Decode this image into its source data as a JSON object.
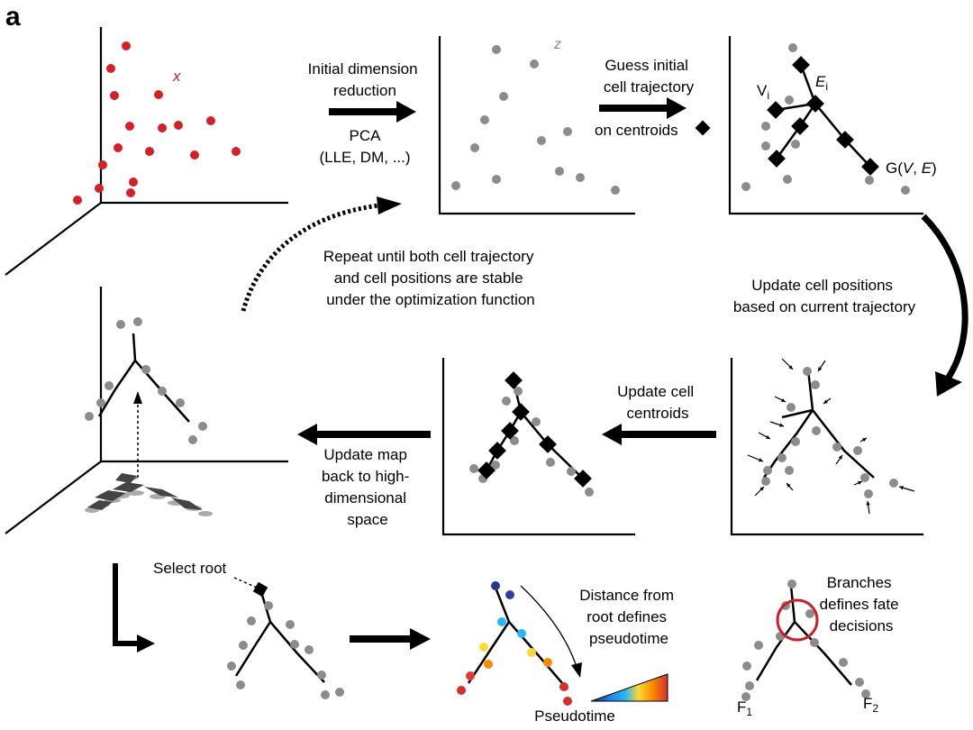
{
  "panel_label": "a",
  "colors": {
    "cell_high_dim": "#d42027",
    "cell_gray": "#8c8c8c",
    "centroid": "#000000",
    "root_circle": "#c8202a",
    "pseudotime_gradient": [
      "#1a237e",
      "#1e88e5",
      "#29b6f6",
      "#fdd835",
      "#fb8c00",
      "#d32f2f"
    ]
  },
  "axis_labels": {
    "x": "x",
    "z": "z"
  },
  "steps": {
    "initial_reduction": [
      "Initial dimension",
      "reduction"
    ],
    "pca": "PCA",
    "pca_alternatives": "(LLE, DM, ...)",
    "guess_trajectory": [
      "Guess initial",
      "cell trajectory"
    ],
    "on_centroids": "on centroids",
    "update_positions": [
      "Update cell positions",
      "based on current trajectory"
    ],
    "update_centroids": [
      "Update cell",
      "centroids"
    ],
    "update_map": [
      "Update map",
      "back to high-",
      "dimensional",
      "space"
    ],
    "repeat": [
      "Repeat until both cell trajectory",
      "and cell positions are stable",
      "under the optimization function"
    ],
    "select_root": "Select root",
    "distance_root": [
      "Distance from",
      "root defines",
      "pseudotime"
    ],
    "pseudotime": "Pseudotime",
    "branches": [
      "Branches",
      "defines fate",
      "decisions"
    ]
  },
  "graph_labels": {
    "vertex": "V",
    "vertex_sub": "i",
    "edge": "E",
    "edge_sub": "i",
    "graph_prefix": "G(",
    "graph_v": "V",
    "graph_sep": ", ",
    "graph_e": "E",
    "graph_suffix": ")"
  },
  "fate_labels": {
    "f1": "F",
    "f1_sub": "1",
    "f2": "F",
    "f2_sub": "2"
  }
}
